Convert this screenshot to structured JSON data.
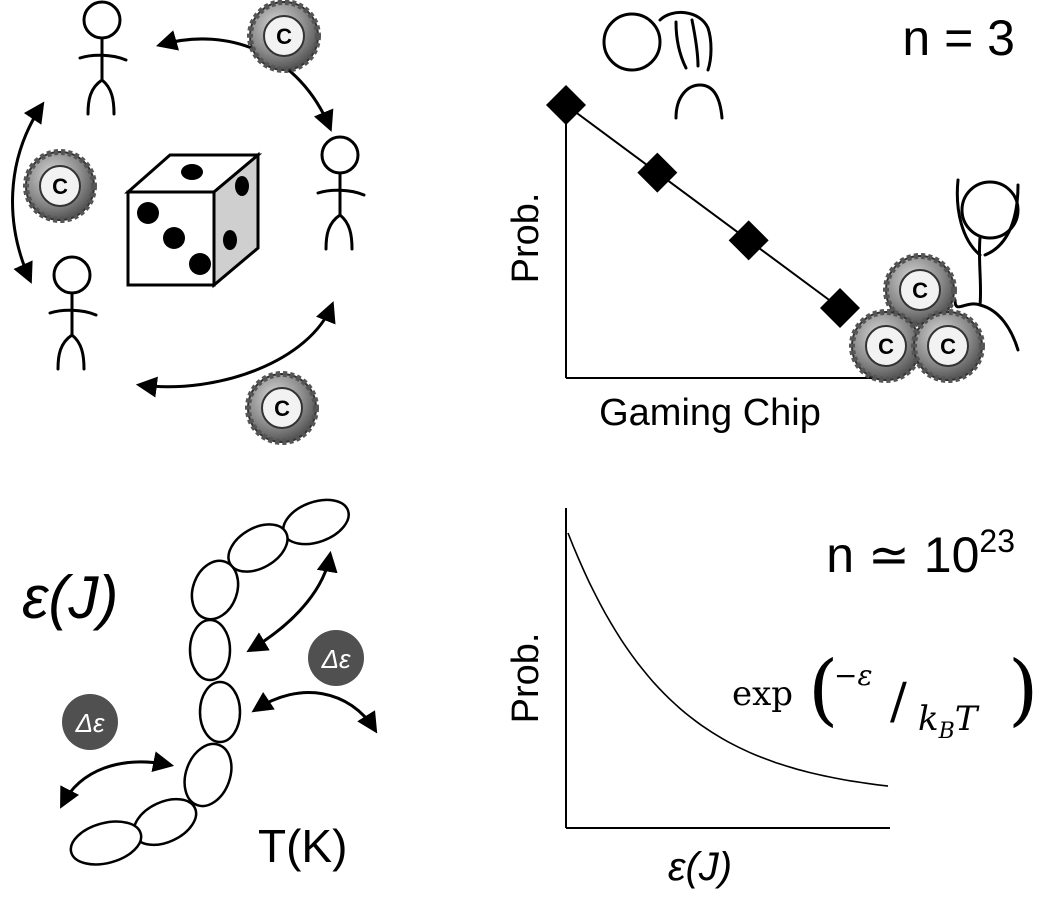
{
  "top_right": {
    "n_label": "n = 3",
    "y_axis_label": "Prob.",
    "x_axis_label": "Gaming Chip"
  },
  "bottom_right": {
    "n_label_base": "n ≃ 10",
    "n_label_exp": "23",
    "y_axis_label": "Prob.",
    "x_axis_label": "ε(J)",
    "formula_func": "exp",
    "formula_num": "−ε",
    "formula_den": "k",
    "formula_den_sub": "B",
    "formula_den_tail": "T"
  },
  "bottom_left": {
    "energy_label": "ε(J)",
    "temperature_label": "T(K)",
    "delta_label_1": "Δε",
    "delta_label_2": "Δε"
  },
  "chip_letter": "C",
  "chart_data": [
    {
      "type": "line",
      "title": "n = 3",
      "xlabel": "Gaming Chip",
      "ylabel": "Prob.",
      "x": [
        0,
        1,
        2,
        3
      ],
      "series": [
        {
          "values": [
            4,
            3,
            2,
            1
          ]
        }
      ],
      "markers": "diamond",
      "grid": false
    },
    {
      "type": "line",
      "title": "n ≃ 10^23",
      "xlabel": "ε(J)",
      "ylabel": "Prob.",
      "function": "exp(-ε/k_B T)",
      "grid": false
    }
  ]
}
